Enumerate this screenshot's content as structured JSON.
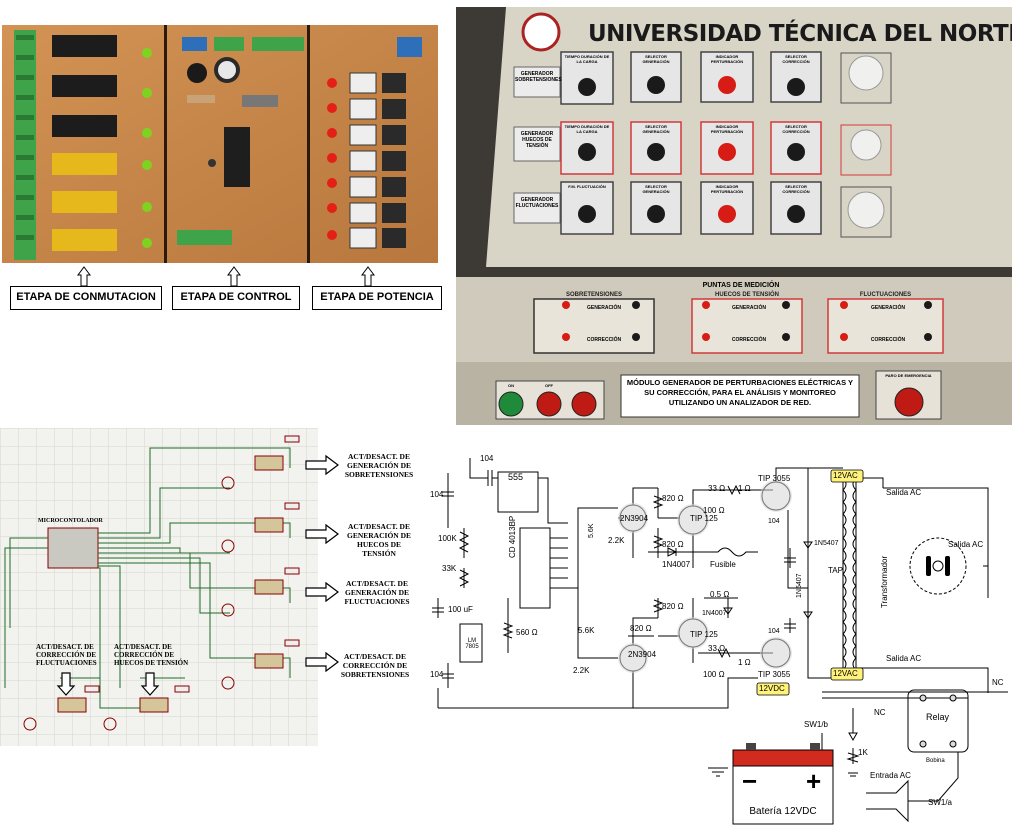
{
  "top_left": {
    "stages": [
      {
        "label": "ETAPA DE CONMUTACION"
      },
      {
        "label": "ETAPA DE CONTROL"
      },
      {
        "label": "ETAPA DE POTENCIA"
      }
    ]
  },
  "panel": {
    "university": "UNIVERSIDAD TÉCNICA DEL NORTE",
    "rows": [
      {
        "label": "GENERADOR SOBRETENSIONES",
        "knob": "TIEMPO DURACIÓN DE LA CARGA",
        "sel1": "SELECTOR GENERACIÓN",
        "ind": "INDICADOR PERTURBACIÓN",
        "sel2": "SELECTOR CORRECCIÓN"
      },
      {
        "label": "GENERADOR HUECOS DE TENSIÓN",
        "knob": "TIEMPO DURACIÓN DE LA CARGA",
        "sel1": "SELECTOR GENERACIÓN",
        "ind": "INDICADOR PERTURBACIÓN",
        "sel2": "SELECTOR CORRECCIÓN"
      },
      {
        "label": "GENERADOR FLUCTUACIONES",
        "knob": "F.M. FLUCTUACIÓN",
        "sel1": "SELECTOR GENERACIÓN",
        "ind": "INDICADOR PERTURBACIÓN",
        "sel2": "SELECTOR CORRECCIÓN"
      }
    ],
    "puntas": "PUNTAS DE MEDICIÓN",
    "sections": [
      {
        "title": "SOBRETENSIONES",
        "gen": "GENERACIÓN",
        "cor": "CORRECCIÓN"
      },
      {
        "title": "HUECOS DE TENSIÓN",
        "gen": "GENERACIÓN",
        "cor": "CORRECCIÓN"
      },
      {
        "title": "FLUCTUACIONES",
        "gen": "GENERACIÓN",
        "cor": "CORRECCIÓN"
      }
    ],
    "description": "MÓDULO GENERADOR DE PERTURBACIONES ELÉCTRICAS Y SU CORRECCIÓN, PARA EL ANÁLISIS Y MONITOREO UTILIZANDO UN ANALIZADOR DE RED.",
    "emergency": "PARO DE EMERGENCIA",
    "on_label": "ON",
    "off_label": "OFF"
  },
  "schematic_left": {
    "micro": "MICROCONTOLADOR",
    "right_labels": [
      "ACT/DESACT. DE GENERACIÓN DE SOBRETENSIONES",
      "ACT/DESACT. DE GENERACIÓN DE HUECOS DE TENSIÓN",
      "ACT/DESACT. DE GENERACIÓN DE FLUCTUACIONES",
      "ACT/DESACT. DE CORRECCIÓN DE SOBRETENSIONES"
    ],
    "bottom_labels": [
      "ACT/DESACT. DE CORRECCIÓN DE FLUCTUACIONES",
      "ACT/DESACT. DE CORRECCIÓN DE HUECOS DE TENSIÓN"
    ]
  },
  "schematic_right": {
    "c104a": "104",
    "c104b": "104",
    "c104c": "104",
    "c104d": "104",
    "c104e": "104",
    "ic555": "555",
    "r100k": "100K",
    "r33k": "33K",
    "cd4013": "CD 4013BP",
    "c100uf": "100 uF",
    "lm7805": "LM 7805",
    "r560": "560 Ω",
    "r56k_top": "5.6K",
    "r56k_bot": "5.6K",
    "r22k_top": "2.2K",
    "r22k_bot": "2.2K",
    "q2n3904_top": "2N3904",
    "q2n3904_bot": "2N3904",
    "r820_1": "820 Ω",
    "r820_2": "820 Ω",
    "r820_3": "820 Ω",
    "r820_4": "820 Ω",
    "tip125_top": "TIP 125",
    "tip125_bot": "TIP 125",
    "r33_top": "33 Ω",
    "r33_bot": "33 Ω",
    "r1_top": "1 Ω",
    "r1_bot": "1 Ω",
    "r100_top": "100 Ω",
    "r100_bot": "100 Ω",
    "tip3055_top": "TIP 3055",
    "tip3055_bot": "TIP 3055",
    "d1n4007_a": "1N4007",
    "d1n4007_b": "1N4007",
    "fusible": "Fusible",
    "r05": "0.5 Ω",
    "d1n5407_a": "1N5407",
    "d1n5407_b": "1N5407",
    "v12vac_top": "12VAC",
    "v12vac_bot": "12VAC",
    "v12vdc": "12VDC",
    "tap": "TAP",
    "salida_ac_top": "Salida AC",
    "salida_ac_bot": "Salida AC",
    "salida_ac_right": "Salida AC",
    "transformador": "Transformador",
    "nc_left": "NC",
    "nc_right": "NC",
    "relay": "Relay",
    "bobina": "Bobina",
    "sw1b": "SW1/b",
    "sw1a": "SW1/a",
    "r1k": "1K",
    "entrada_ac": "Entrada AC",
    "bateria": "Batería 12VDC",
    "minus": "−",
    "plus": "+"
  },
  "colors": {
    "board": "#c8884a",
    "board_light": "#e0a468",
    "panel": "#d6d2c4",
    "relay_yellow": "#e6b81c",
    "terminal_green": "#3fa34a",
    "led_red": "#e42016",
    "led_green": "#7ed321",
    "schematic_wire": "#1f6b2a",
    "schematic_bg": "#f2f2ee",
    "battery_red": "#d12a1e",
    "highlight_yellow": "#fff27a"
  }
}
